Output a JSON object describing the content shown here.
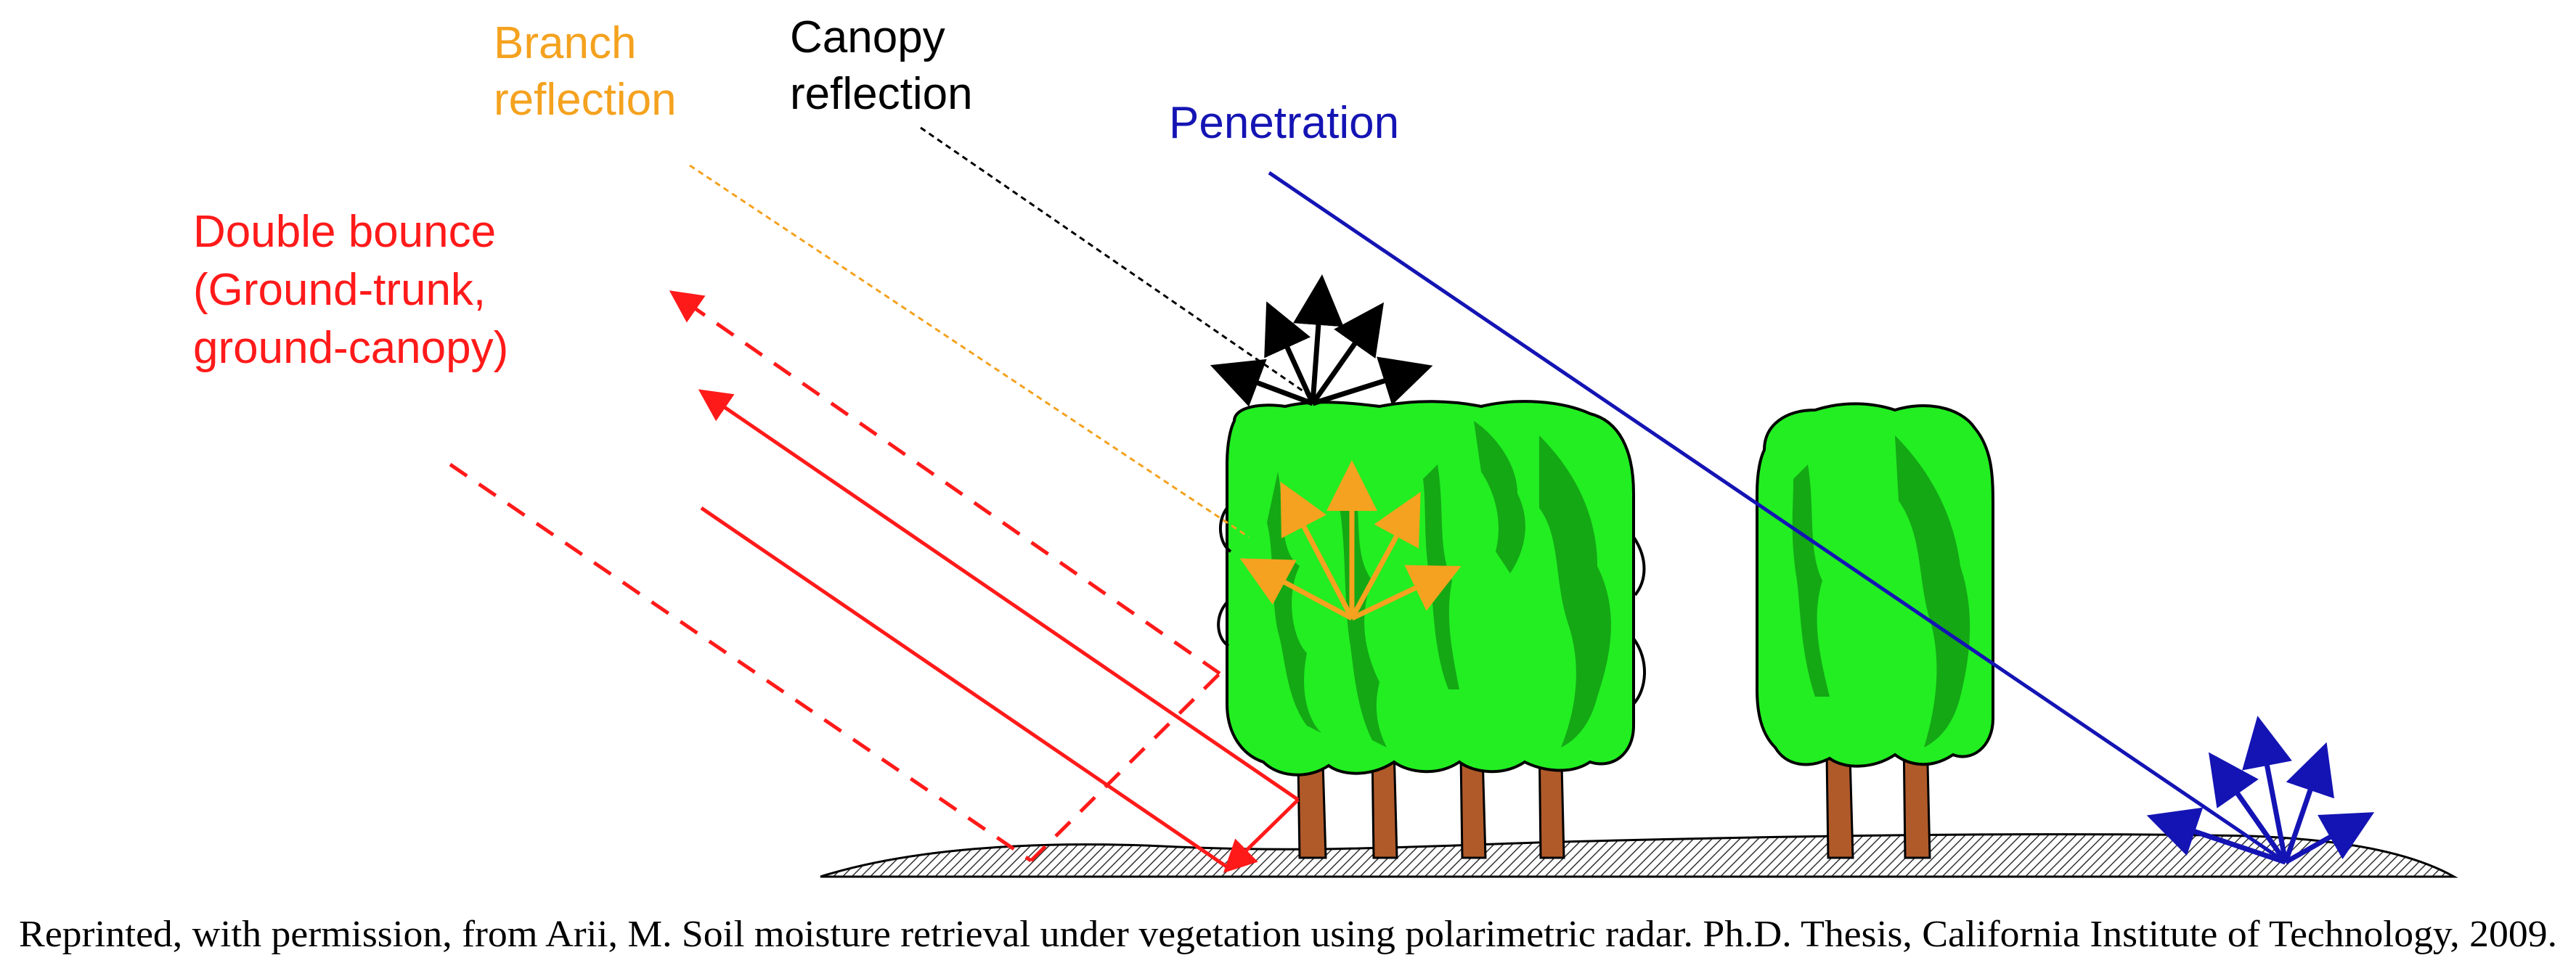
{
  "labels": {
    "branch_1": "Branch",
    "branch_2": "reflection",
    "canopy_1": "Canopy",
    "canopy_2": "reflection",
    "penetration": "Penetration",
    "double_1": "Double bounce",
    "double_2": "(Ground-trunk,",
    "double_3": "ground-canopy)"
  },
  "caption": "Reprinted, with permission, from Arii, M. Soil moisture retrieval under vegetation using polarimetric radar. Ph.D. Thesis, California Institute of Technology, 2009.",
  "colors": {
    "branch": "#f4a21f",
    "canopy": "#000000",
    "penetration": "#1414b4",
    "double_bounce": "#ff1a1a",
    "foliage": "#22ee22",
    "foliage_dark": "#14a814",
    "trunk": "#b05a2a"
  }
}
